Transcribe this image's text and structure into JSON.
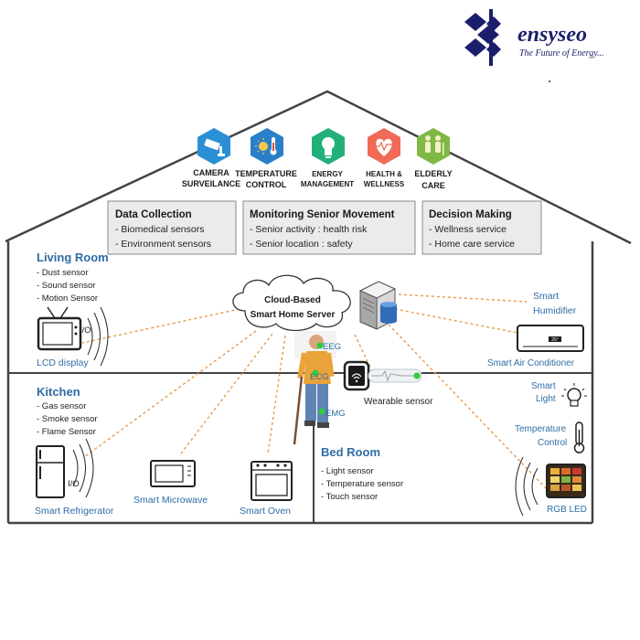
{
  "brand": {
    "name": "ensyseo",
    "tagline": "The Future of Energy..."
  },
  "services": [
    {
      "line1": "CAMERA",
      "line2": "SURVEILANCE",
      "icon": "camera-icon",
      "color": "#2b8fd6"
    },
    {
      "line1": "TEMPERATURE",
      "line2": "CONTROL",
      "icon": "sun-thermometer-icon",
      "color": "#2a7fc9"
    },
    {
      "line1": "ENERGY",
      "line2": "MANAGEMENT",
      "icon": "light-bulb-icon",
      "color": "#22b07a"
    },
    {
      "line1": "HEALTH &",
      "line2": "WELLNESS",
      "icon": "heart-pulse-icon",
      "color": "#f06a55"
    },
    {
      "line1": "ELDERLY",
      "line2": "CARE",
      "icon": "elderly-couple-icon",
      "color": "#7fb844"
    }
  ],
  "info_boxes": [
    {
      "title": "Data Collection",
      "items": [
        "- Biomedical sensors",
        "- Environment sensors"
      ]
    },
    {
      "title": "Monitoring Senior Movement",
      "items": [
        "- Senior activity : health risk",
        "- Senior location : safety"
      ]
    },
    {
      "title": "Decision Making",
      "items": [
        "- Wellness service",
        "- Home care service"
      ]
    }
  ],
  "rooms": {
    "living_room": {
      "title": "Living Room",
      "sensors": [
        "-  Dust sensor",
        "-  Sound sensor",
        "-  Motion Sensor"
      ],
      "io": "I/O",
      "device": "LCD display"
    },
    "kitchen": {
      "title": "Kitchen",
      "sensors": [
        "-  Gas sensor",
        "-  Smoke sensor",
        "-  Flame Sensor"
      ],
      "io": "I/O",
      "devices": [
        "Smart Refrigerator",
        "Smart Microwave",
        "Smart Oven"
      ]
    },
    "bed_room": {
      "title": "Bed Room",
      "sensors": [
        "-  Light sensor",
        "-  Temperature sensor",
        "-  Touch sensor"
      ]
    }
  },
  "server": {
    "line1": "Cloud-Based",
    "line2": "Smart Home Server"
  },
  "body_sensors": [
    "EEG",
    "ECG",
    "EMG"
  ],
  "wearable": "Wearable sensor",
  "devices_right": {
    "humidifier": [
      "Smart",
      "Humidifier"
    ],
    "air_conditioner": "Smart Air Conditioner",
    "ac_panel": "25°",
    "smart_light": [
      "Smart",
      "Light"
    ],
    "temperature_control": [
      "Temperature",
      "Control"
    ],
    "rgb_led": "RGB LED"
  }
}
